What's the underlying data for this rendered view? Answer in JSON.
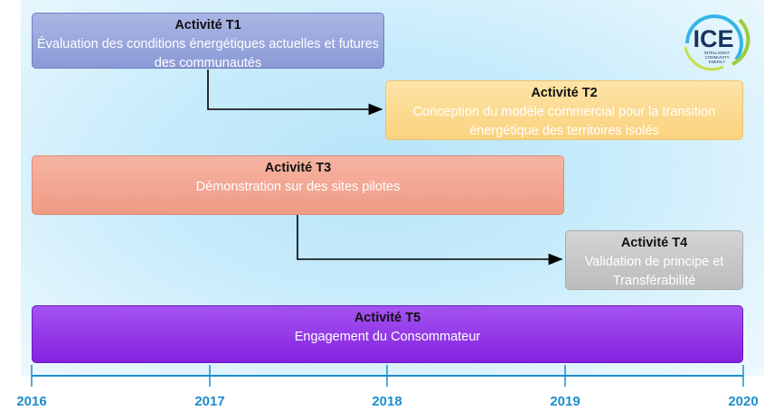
{
  "activities": [
    {
      "title": "Activité T1",
      "description": "Évaluation des conditions énergétiques actuelles et futures des communautés",
      "color": "#9aa8dd"
    },
    {
      "title": "Activité T2",
      "description": "Conception du modèle commercial pour la transition énergétique des territoires isolés",
      "color": "#fcd98a"
    },
    {
      "title": "Activité T3",
      "description": "Démonstration sur des sites pilotes",
      "color": "#f3a890"
    },
    {
      "title": "Activité T4",
      "description": "Validation de principe et Transférabilité",
      "color": "#c8c8c8"
    },
    {
      "title": "Activité T5",
      "description": "Engagement du Consommateur",
      "color": "#9a3ee8"
    }
  ],
  "dependencies": [
    {
      "from": "Activité T1",
      "to": "Activité T2"
    },
    {
      "from": "Activité T3",
      "to": "Activité T4"
    }
  ],
  "timeline": {
    "years": [
      "2016",
      "2017",
      "2018",
      "2019",
      "2020"
    ],
    "color": "#1f8ccf"
  },
  "logo": {
    "text": "ICE",
    "subtext": [
      "INTELLIGENT",
      "COMMUNITY",
      "ENERGY"
    ]
  }
}
